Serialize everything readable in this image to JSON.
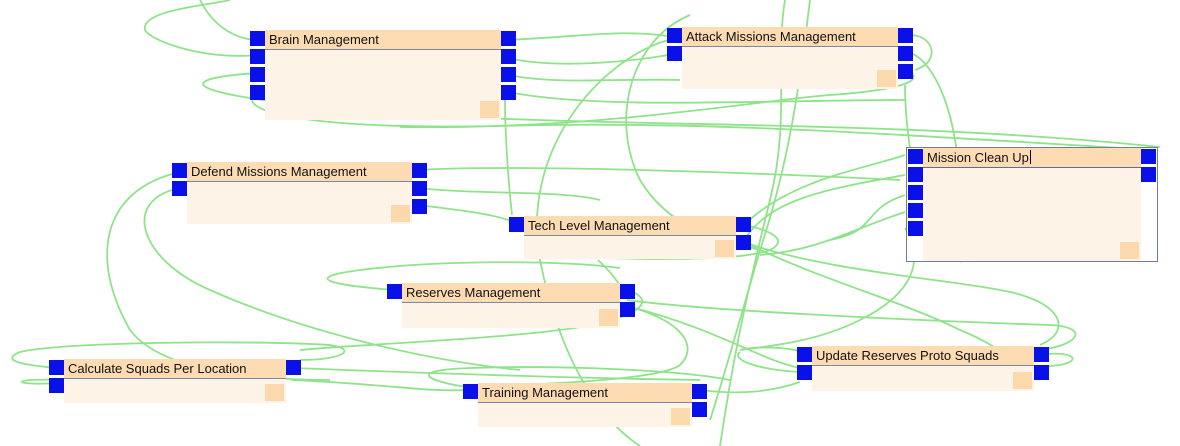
{
  "nodes": [
    {
      "id": "brain",
      "label": "Brain Management"
    },
    {
      "id": "attack",
      "label": "Attack Missions Management"
    },
    {
      "id": "mission",
      "label": "Mission Clean Up"
    },
    {
      "id": "defend",
      "label": "Defend Missions Management"
    },
    {
      "id": "tech",
      "label": "Tech Level Management"
    },
    {
      "id": "reserves",
      "label": "Reserves Management"
    },
    {
      "id": "update",
      "label": "Update Reserves Proto Squads"
    },
    {
      "id": "calc",
      "label": "Calculate Squads Per Location"
    },
    {
      "id": "training",
      "label": "Training Management"
    }
  ],
  "colors": {
    "wire": "#8fe38a",
    "port": "#0a10e8",
    "title_bg": "#fddcb4",
    "node_bg": "#fdf3e7",
    "resize_grip": "#fbd9ad"
  },
  "selected_node": "mission"
}
